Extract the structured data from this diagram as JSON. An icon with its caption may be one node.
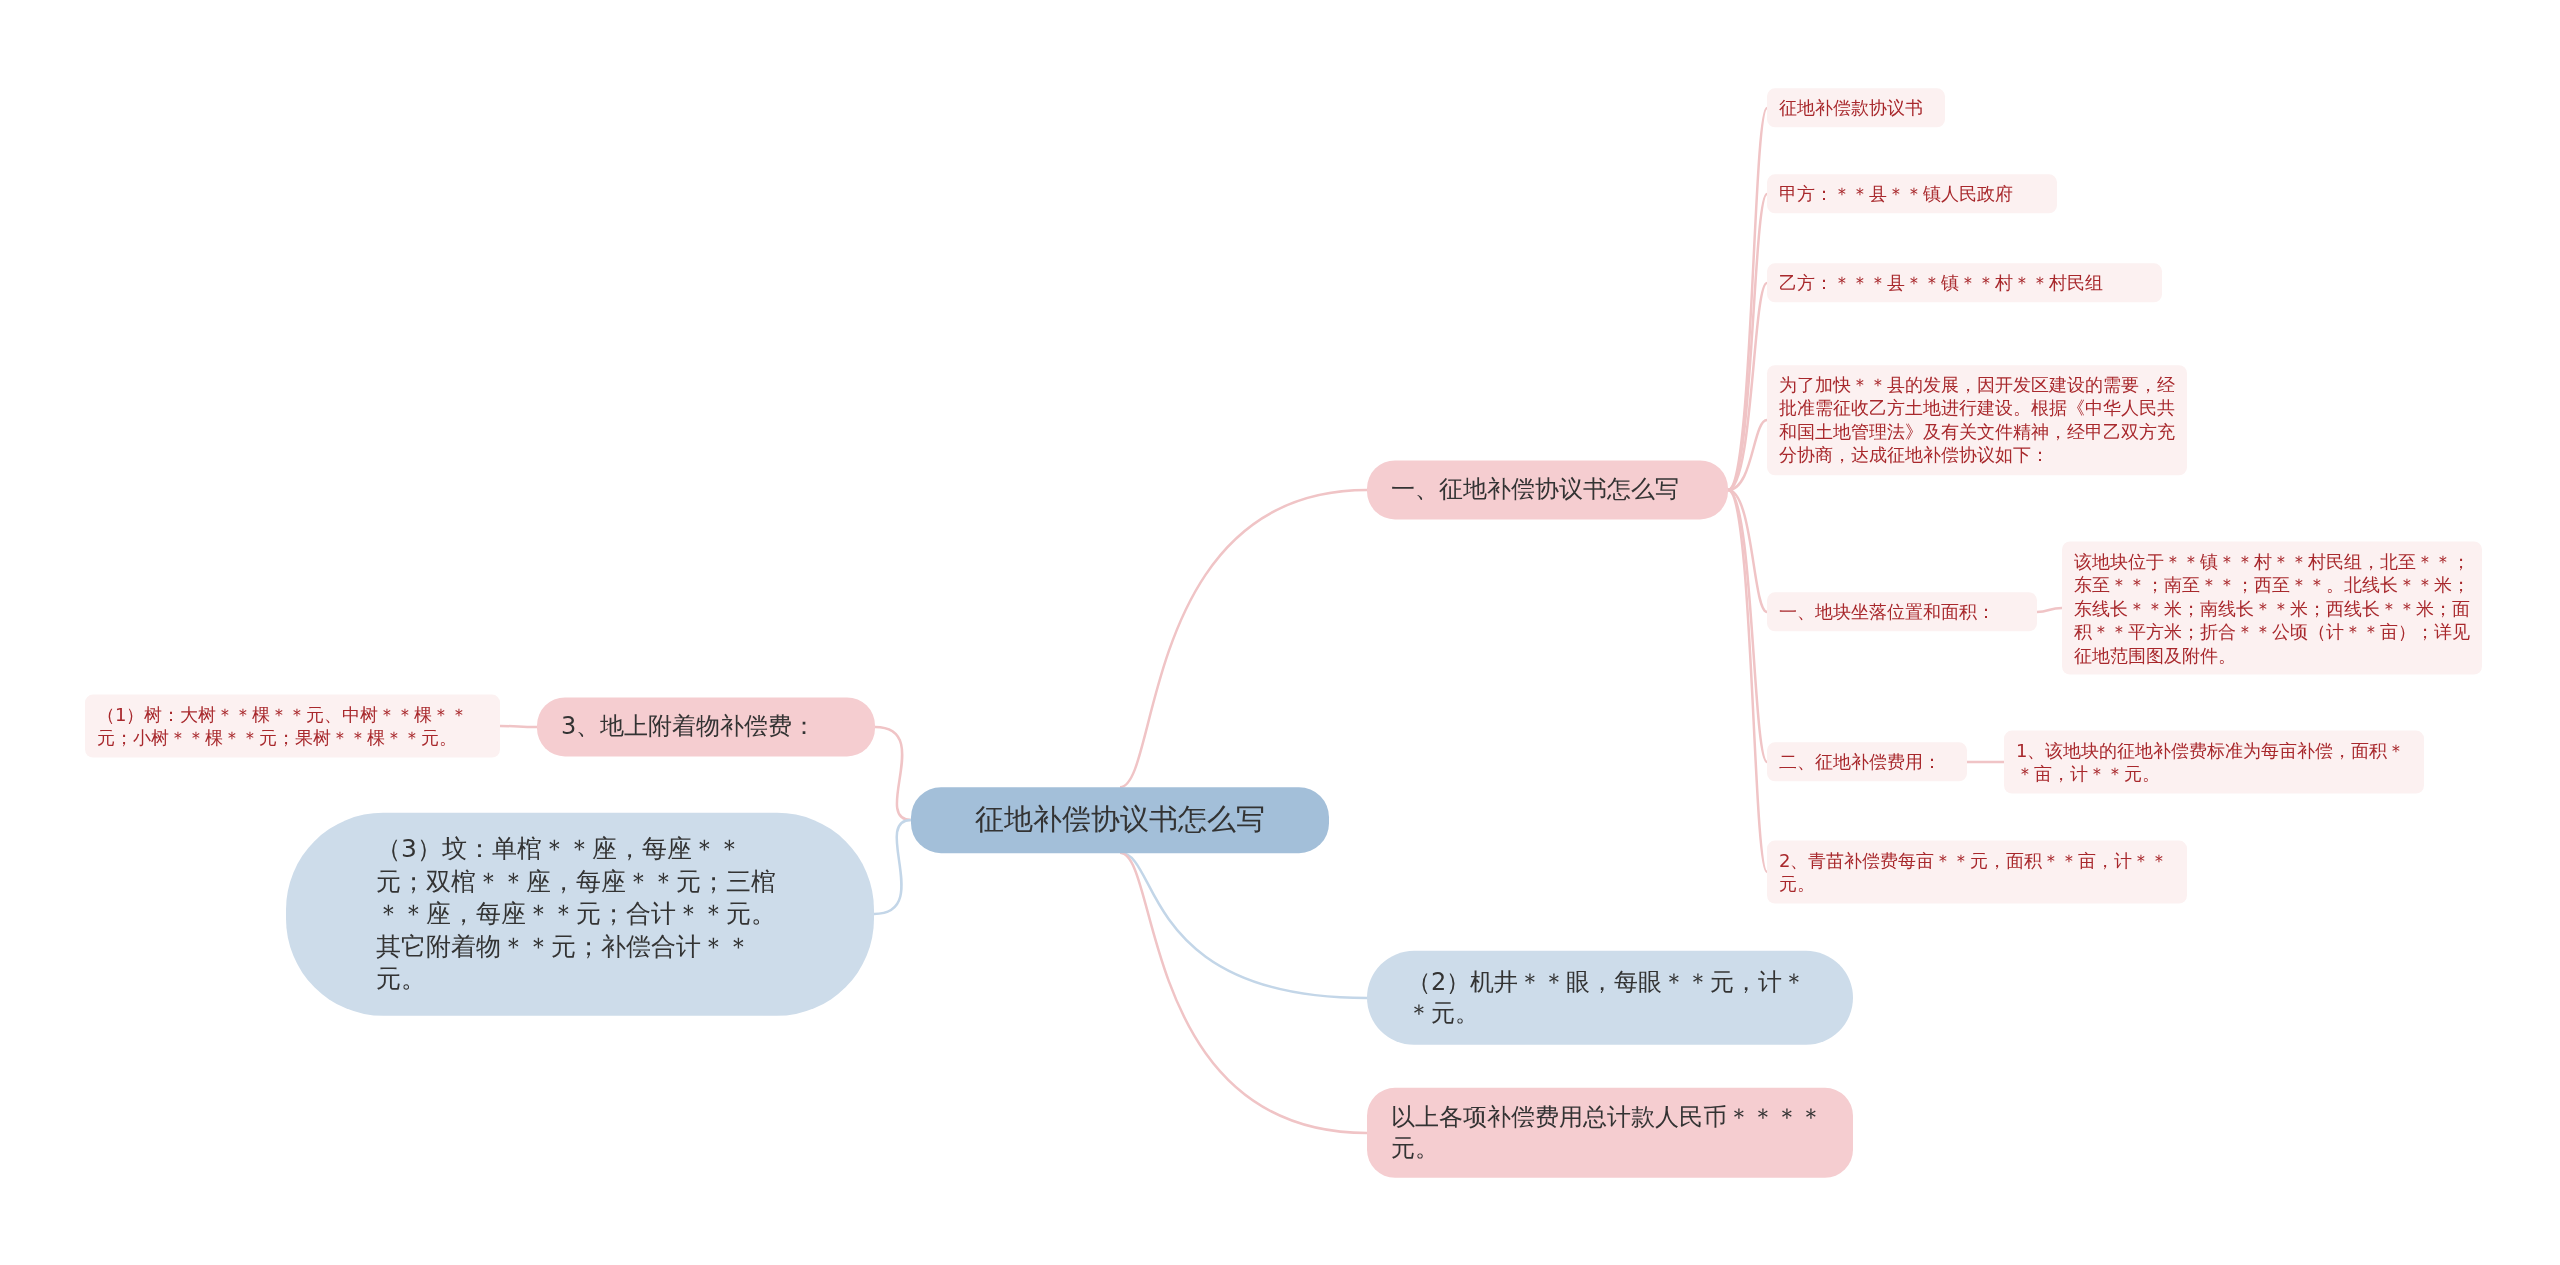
{
  "diagram": {
    "nodes": [
      {
        "text": [
          "征地补偿协议书怎么写"
        ]
      },
      {
        "text": [
          "一、征地补偿协议书怎么写"
        ]
      },
      {
        "text": [
          "征地补偿款协议书"
        ]
      },
      {
        "text": [
          "甲方：＊＊县＊＊镇人民政府"
        ]
      },
      {
        "text": [
          "乙方：＊＊＊县＊＊镇＊＊村＊＊村民组"
        ]
      },
      {
        "text": [
          "为了加快＊＊县的发展，因开发区建设的需要，经批准需征收乙方土地进行建设。根据《中华人民共和国土地管理法》及有关文件精神，经甲乙双方充分协商，达成征地补偿协议如下："
        ]
      },
      {
        "text": [
          "一、地块坐落位置和面积："
        ]
      },
      {
        "text": [
          "该地块位于＊＊镇＊＊村＊＊村民组，北至＊＊；东至＊＊；南至＊＊；西至＊＊。北线长＊＊米；东线长＊＊米；南线长＊＊米；西线长＊＊米；面积＊＊平方米；折合＊＊公顷（计＊＊亩）；详见征地范围图及附件。"
        ]
      },
      {
        "text": [
          "二、征地补偿费用："
        ]
      },
      {
        "text": [
          "1、该地块的征地补偿费标准为每亩补偿，面积＊＊亩，计＊＊元。"
        ]
      },
      {
        "text": [
          "2、青苗补偿费每亩＊＊元，面积＊＊亩，计＊＊元。"
        ]
      },
      {
        "text": [
          "3、地上附着物补偿费："
        ]
      },
      {
        "text": [
          "（1）树：大树＊＊棵＊＊元、中树＊＊棵＊＊元；小树＊＊棵＊＊元；果树＊＊棵＊＊元。"
        ]
      },
      {
        "text": [
          "（3）坟：单棺＊＊座，每座＊＊元；双棺＊＊座，每座＊＊元；三棺＊＊座，每座＊＊元；合计＊＊元。其它附着物＊＊元；补偿合计＊＊元。"
        ]
      },
      {
        "text": [
          "（2）机井＊＊眼，每眼＊＊元，计＊＊元。"
        ]
      },
      {
        "text": [
          "以上各项补偿费用总计款人民币＊＊＊＊元。"
        ]
      }
    ],
    "edges": [
      {
        "from": 0,
        "to": 1,
        "arrow": "none"
      },
      {
        "from": 0,
        "to": 11,
        "arrow": "none"
      },
      {
        "from": 0,
        "to": 13,
        "arrow": "none",
        "color": "#c3d6e8"
      },
      {
        "from": 0,
        "to": 14,
        "arrow": "none",
        "color": "#c3d6e8"
      },
      {
        "from": 0,
        "to": 15,
        "arrow": "none"
      },
      {
        "from": 1,
        "to": 2,
        "arrow": "none"
      },
      {
        "from": 1,
        "to": 3,
        "arrow": "none"
      },
      {
        "from": 1,
        "to": 4,
        "arrow": "none"
      },
      {
        "from": 1,
        "to": 5,
        "arrow": "none"
      },
      {
        "from": 1,
        "to": 6,
        "arrow": "none"
      },
      {
        "from": 1,
        "to": 8,
        "arrow": "none"
      },
      {
        "from": 1,
        "to": 10,
        "arrow": "none"
      },
      {
        "from": 6,
        "to": 7,
        "arrow": "none"
      },
      {
        "from": 8,
        "to": 9,
        "arrow": "none"
      },
      {
        "from": 11,
        "to": 12,
        "arrow": "none"
      }
    ]
  }
}
